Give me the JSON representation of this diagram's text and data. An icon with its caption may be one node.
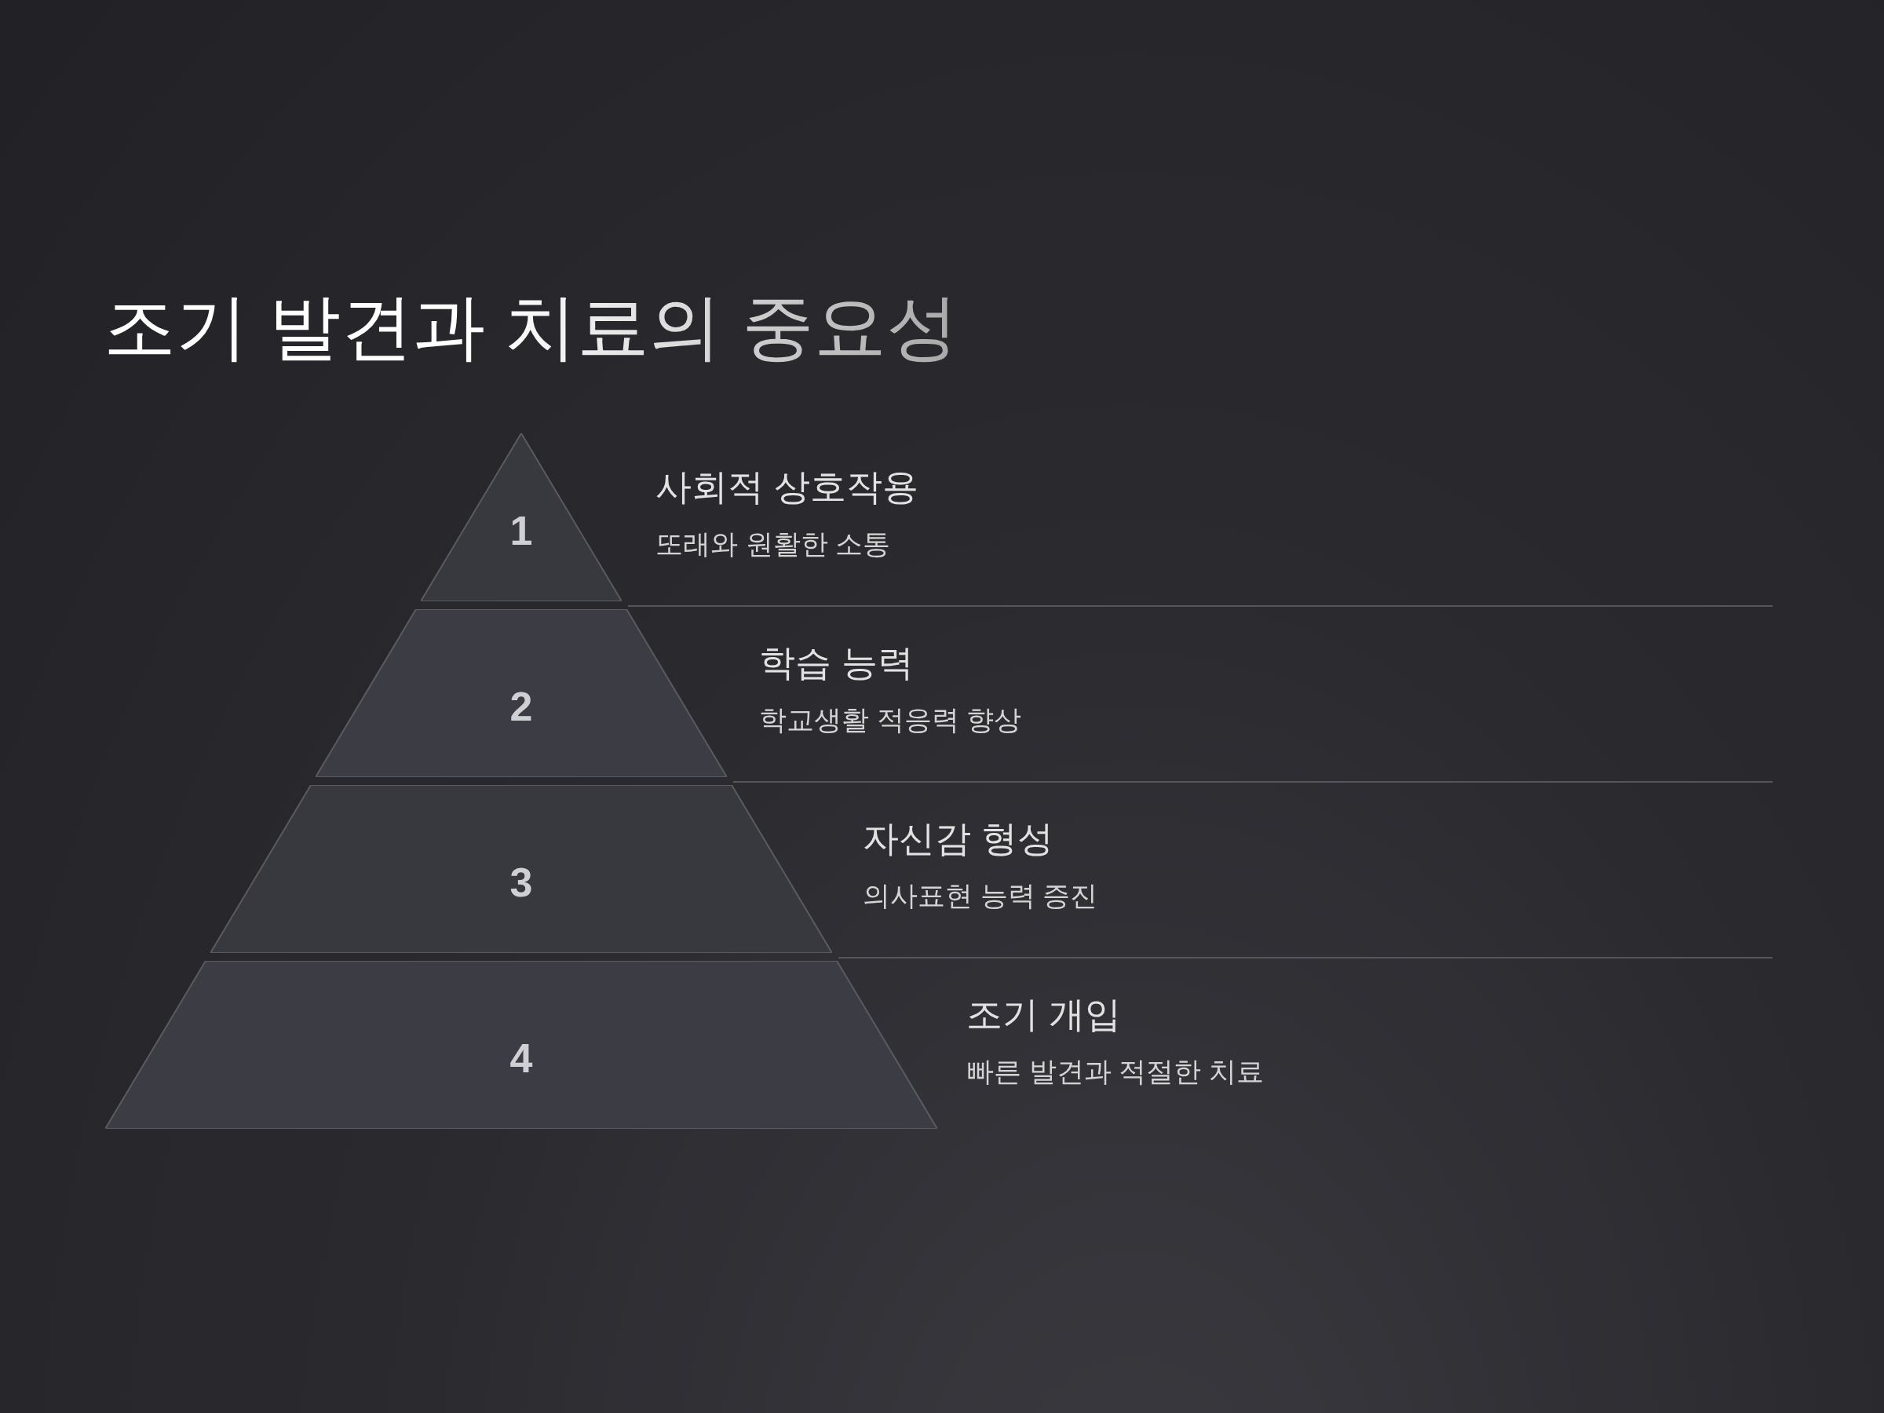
{
  "diagram": {
    "title": "조기 발견과 치료의 중요성",
    "nodes": [
      {
        "text": [
          "1"
        ],
        "beside": [
          "사회적 상호작용",
          "또래와 원활한 소통"
        ]
      },
      {
        "text": [
          "2"
        ],
        "beside": [
          "학습 능력",
          "학교생활 적응력 향상"
        ]
      },
      {
        "text": [
          "3"
        ],
        "beside": [
          "자신감 형성",
          "의사표현 능력 증진"
        ]
      },
      {
        "text": [
          "4"
        ],
        "beside": [
          "조기 개입",
          "빠른 발견과 적절한 치료"
        ]
      }
    ]
  }
}
